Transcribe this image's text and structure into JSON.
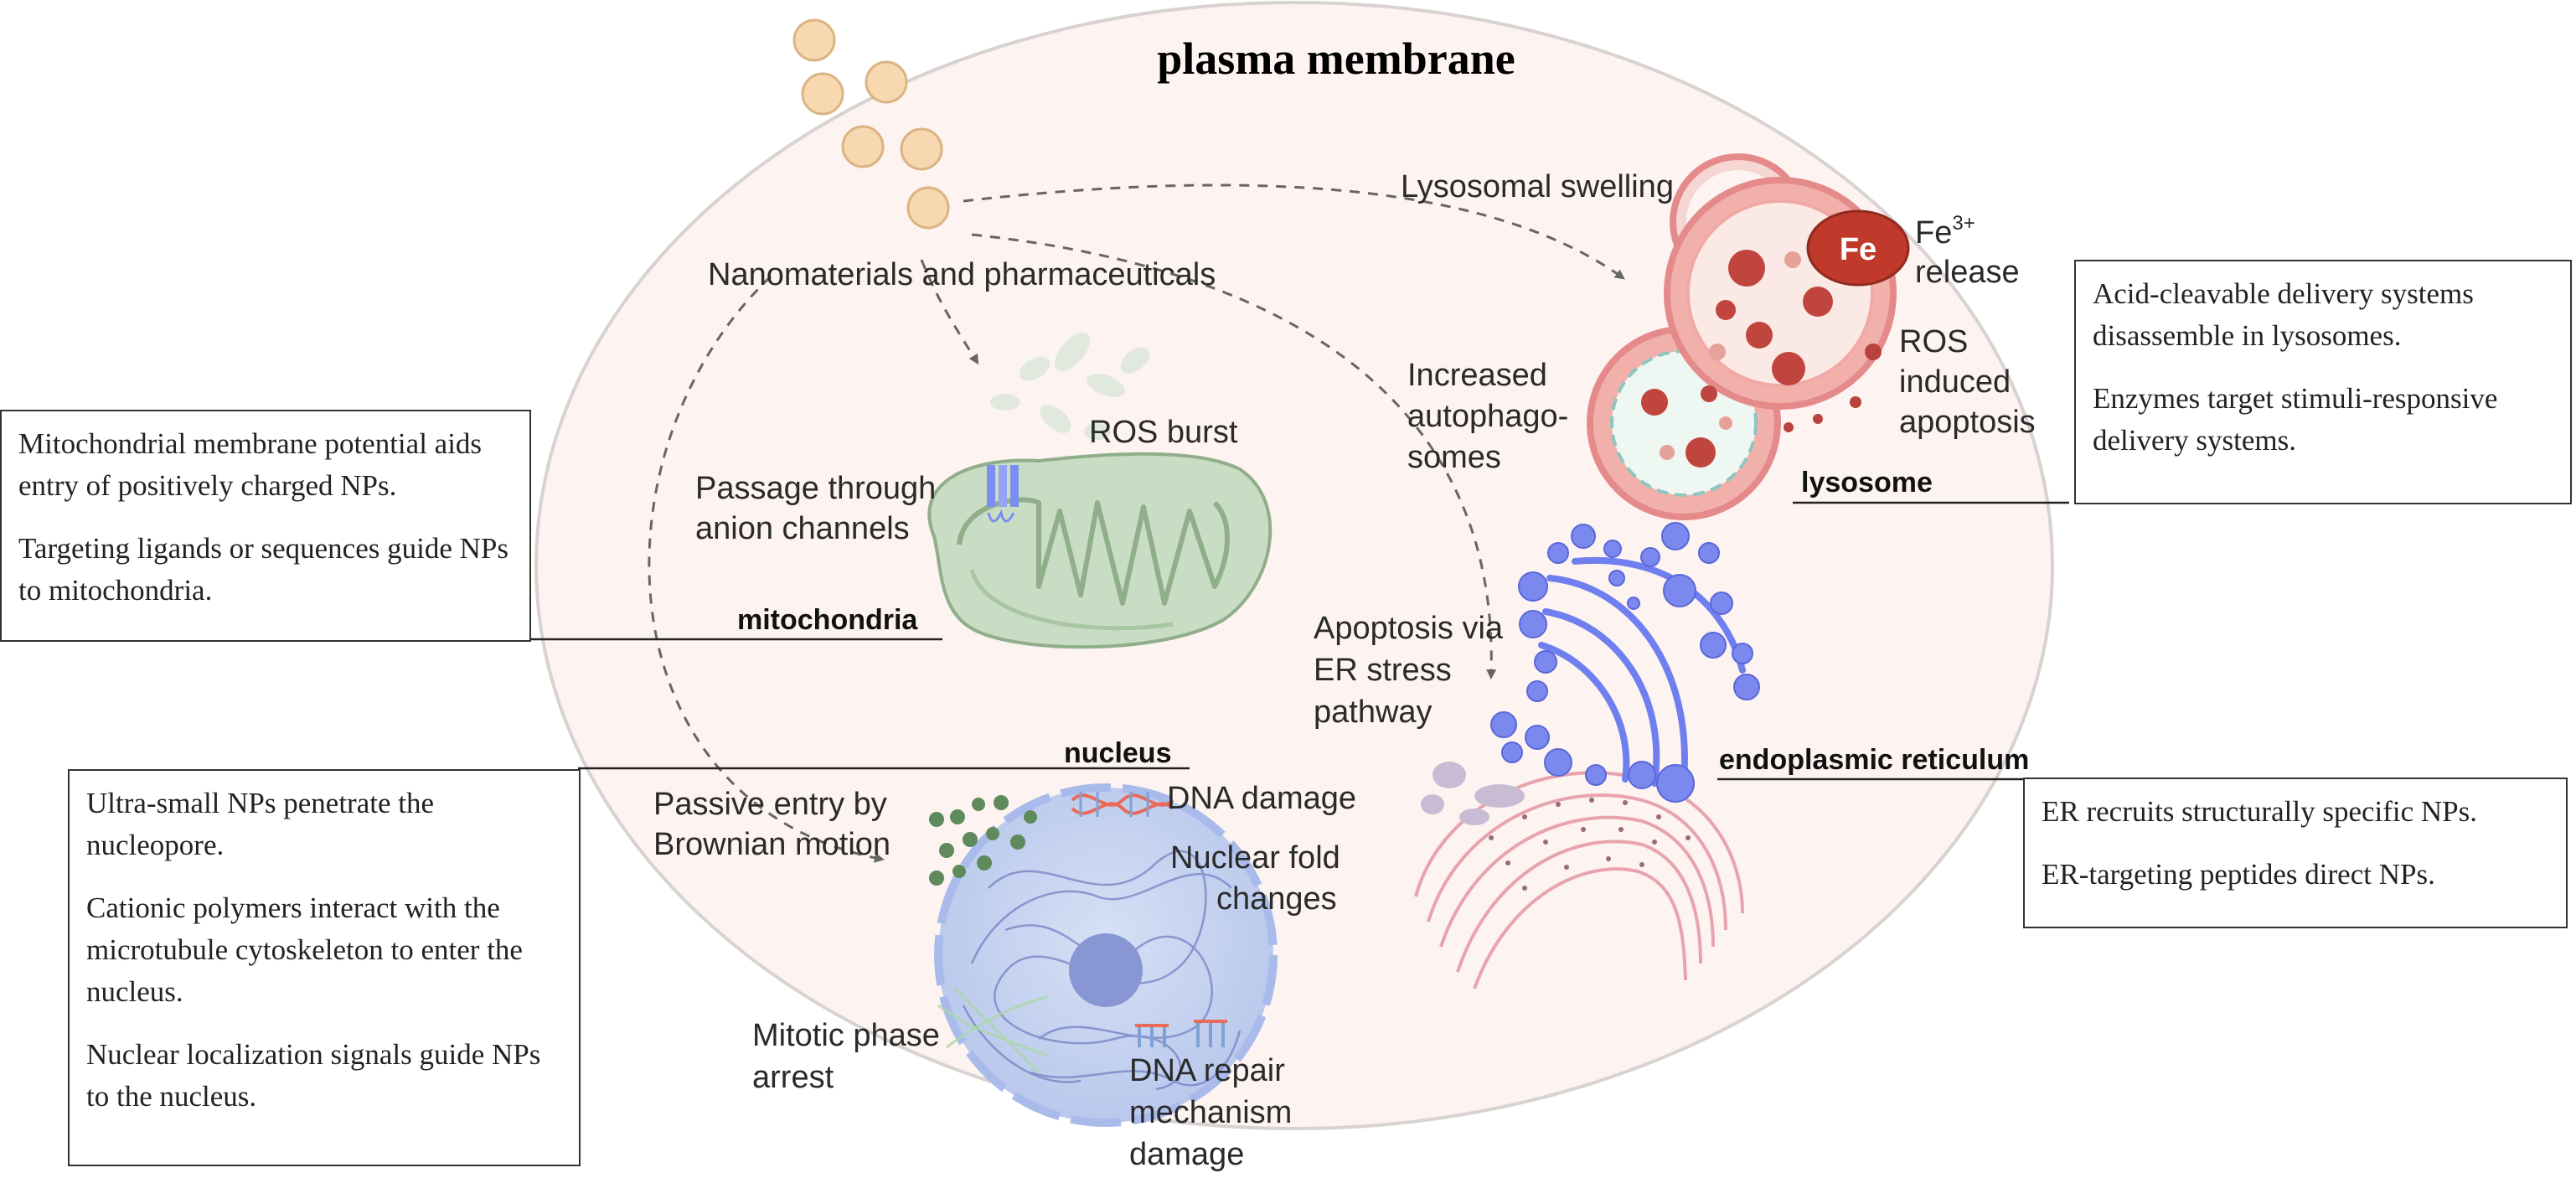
{
  "title": "plasma membrane",
  "organelles": {
    "lysosome": "lysosome",
    "mitochondria": "mitochondria",
    "nucleus": "nucleus",
    "er": "endoplasmic reticulum"
  },
  "labels": {
    "nanomaterials": "Nanomaterials and pharmaceuticals",
    "lysosomal_swelling": "Lysosomal swelling",
    "fe_symbol": "Fe",
    "fe_line1": "Fe",
    "fe_superscript": "3+",
    "fe_line2": "release",
    "increased_autophagosomes": [
      "Increased",
      "autophago-",
      "somes"
    ],
    "ros_apoptosis": [
      "ROS",
      "induced",
      "apoptosis"
    ],
    "ros_burst": "ROS burst",
    "anion_channels": [
      "Passage through",
      "anion channels"
    ],
    "er_stress": [
      "Apoptosis via",
      "ER stress",
      "pathway"
    ],
    "passive_entry": [
      "Passive entry by",
      "Brownian motion"
    ],
    "dna_damage": "DNA damage",
    "nuclear_fold": [
      "Nuclear fold",
      "changes"
    ],
    "mitotic_arrest": [
      "Mitotic phase",
      "arrest"
    ],
    "dna_repair": [
      "DNA repair",
      "mechanism",
      "damage"
    ]
  },
  "notes": {
    "lysosome": [
      "Acid-cleavable delivery systems disassemble in lysosomes.",
      "Enzymes target stimuli-responsive delivery systems."
    ],
    "mitochondria": [
      "Mitochondrial membrane potential aids entry of positively charged NPs.",
      "Targeting ligands or sequences guide NPs to mitochondria."
    ],
    "nucleus": [
      "Ultra-small NPs penetrate the nucleopore.",
      "Cationic polymers interact with the microtubule cytoskeleton to enter the nucleus.",
      "Nuclear localization signals guide NPs to the nucleus."
    ],
    "er": [
      "ER recruits structurally specific NPs.",
      "ER-targeting peptides direct NPs."
    ]
  },
  "colors": {
    "cell_fill": "#fdf3f1",
    "membrane": "#d8d2d0",
    "particle": "#f7d8b0",
    "lysosome": "#e58a8a",
    "fe": "#c0392b",
    "mitochondria": "#c9dcc4",
    "nucleus": "#c9d6f0",
    "er": "#6f7ff0",
    "rer": "#e8a3ad"
  }
}
